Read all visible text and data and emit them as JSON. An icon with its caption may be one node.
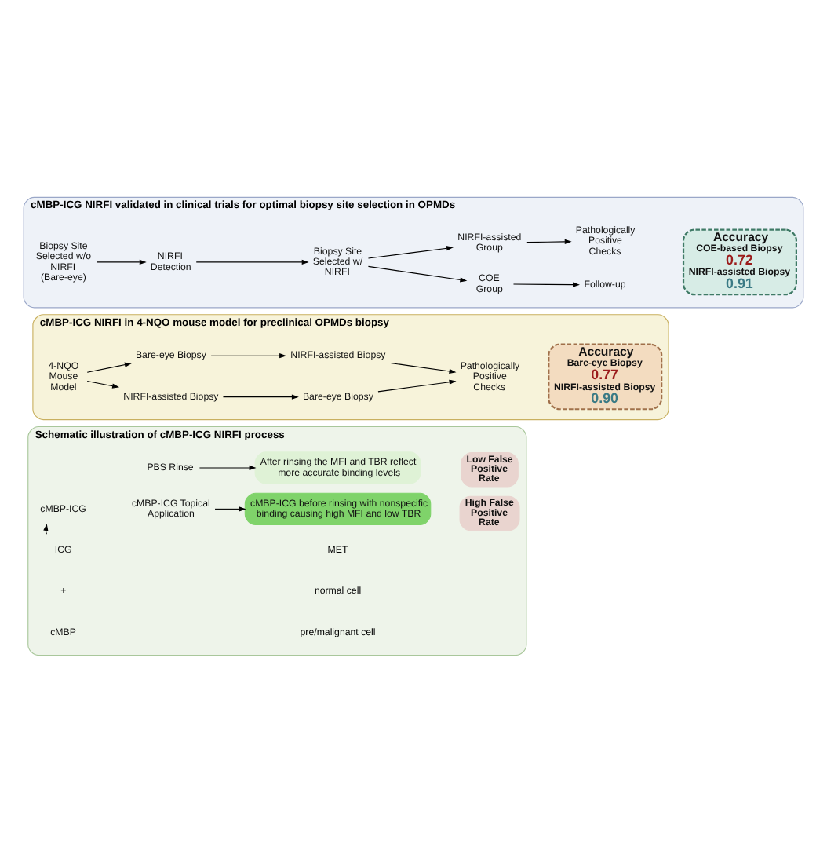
{
  "diagram": {
    "nodes": [
      {
        "text": [
          "Schematic illustration of cMBP-ICG NIRFI process"
        ]
      },
      {
        "text": [
          "cMBP"
        ],
        "in": 0
      },
      {
        "text": [
          "ICG"
        ],
        "in": 0
      },
      {
        "text": [
          "cMBP-ICG"
        ],
        "in": 0
      },
      {
        "text": [
          "cMBP-ICG Topical Application"
        ],
        "in": 0
      },
      {
        "text": [
          "cMBP-ICG before rinsing with nonspecific binding causing high MFI and low TBR"
        ],
        "in": 0
      },
      {
        "text": [
          "High False Positive Rate"
        ],
        "in": 0
      },
      {
        "text": [
          "PBS Rinse"
        ],
        "in": 0
      },
      {
        "text": [
          "After rinsing the MFI and TBR reflect more accurate binding levels"
        ],
        "in": 0
      },
      {
        "text": [
          "Low False Positive Rate"
        ],
        "in": 0
      },
      {
        "text": [
          "cMBP-ICG NIRFI in 4-NQO mouse model for preclinical OPMDs biopsy"
        ]
      },
      {
        "text": [
          "4-NQO Mouse Model"
        ],
        "in": 10
      },
      {
        "text": [
          "NIRFI-assisted Biopsy"
        ],
        "in": 10
      },
      {
        "text": [
          "Bare-eye Biopsy"
        ],
        "in": 10
      },
      {
        "text": [
          "Bare-eye Biopsy"
        ],
        "in": 10
      },
      {
        "text": [
          "NIRFI-assisted Biopsy"
        ],
        "in": 10
      },
      {
        "text": [
          "Pathologically Positive Checks"
        ],
        "in": 10
      },
      {
        "text": [
          "Accuracy",
          "Bare-eye Biopsy",
          "0.77",
          "NIRFI-assisted Biopsy",
          "0.90"
        ],
        "in": 10
      },
      {
        "text": [
          "cMBP-ICG NIRFI validated in clinical trials for optimal biopsy site selection in OPMDs"
        ]
      },
      {
        "text": [
          "Biopsy Site Selected w/o NIRFI (Bare-eye)"
        ],
        "in": 18
      },
      {
        "text": [
          "NIRFI Detection"
        ],
        "in": 18
      },
      {
        "text": [
          "Biopsy Site Selected w/ NIRFI"
        ],
        "in": 18
      },
      {
        "text": [
          "COE Group"
        ],
        "in": 18
      },
      {
        "text": [
          "NIRFI-assisted Group"
        ],
        "in": 18
      },
      {
        "text": [
          "Follow-up"
        ],
        "in": 18
      },
      {
        "text": [
          "Pathologically Positive Checks"
        ],
        "in": 18
      },
      {
        "text": [
          "Accuracy",
          "COE-based Biopsy",
          "0.72",
          "NIRFI-assisted Biopsy",
          "0.91"
        ],
        "in": 18
      }
    ],
    "edges": [
      {
        "from": 2,
        "to": 3,
        "arrow": "to"
      },
      {
        "from": 4,
        "to": 5,
        "arrow": "to"
      },
      {
        "from": 7,
        "to": 8,
        "arrow": "to"
      },
      {
        "from": 11,
        "to": 12,
        "arrow": "to"
      },
      {
        "from": 12,
        "to": 13,
        "arrow": "to"
      },
      {
        "from": 13,
        "to": 16,
        "arrow": "to"
      },
      {
        "from": 11,
        "to": 14,
        "arrow": "to"
      },
      {
        "from": 14,
        "to": 15,
        "arrow": "to"
      },
      {
        "from": 15,
        "to": 16,
        "arrow": "to"
      },
      {
        "from": 19,
        "to": 20,
        "arrow": "to"
      },
      {
        "from": 20,
        "to": 21,
        "arrow": "to"
      },
      {
        "from": 21,
        "to": 22,
        "arrow": "to"
      },
      {
        "from": 21,
        "to": 23,
        "arrow": "to"
      },
      {
        "from": 22,
        "to": 24,
        "arrow": "to"
      },
      {
        "from": 23,
        "to": 25,
        "arrow": "to"
      }
    ],
    "labels": [
      "+",
      "pre/malignant cell",
      "normal cell",
      "MET"
    ]
  }
}
